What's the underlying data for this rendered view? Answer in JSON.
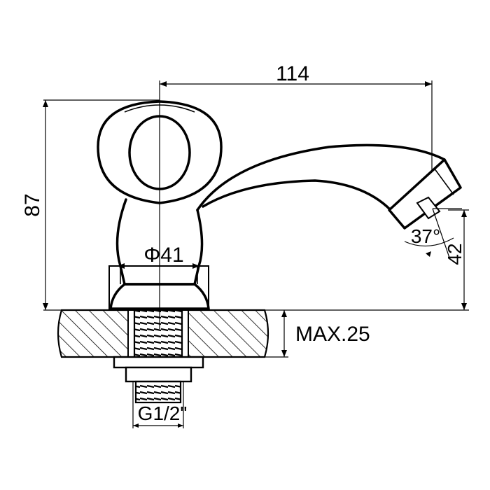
{
  "drawing": {
    "dim_width": "114",
    "dim_height": "87",
    "dim_diameter": "Φ41",
    "dim_angle": "37°",
    "dim_spout": "42",
    "dim_max_thickness": "MAX.25",
    "dim_thread": "G1/2\""
  },
  "colors": {
    "line": "#000000",
    "background": "#ffffff"
  }
}
